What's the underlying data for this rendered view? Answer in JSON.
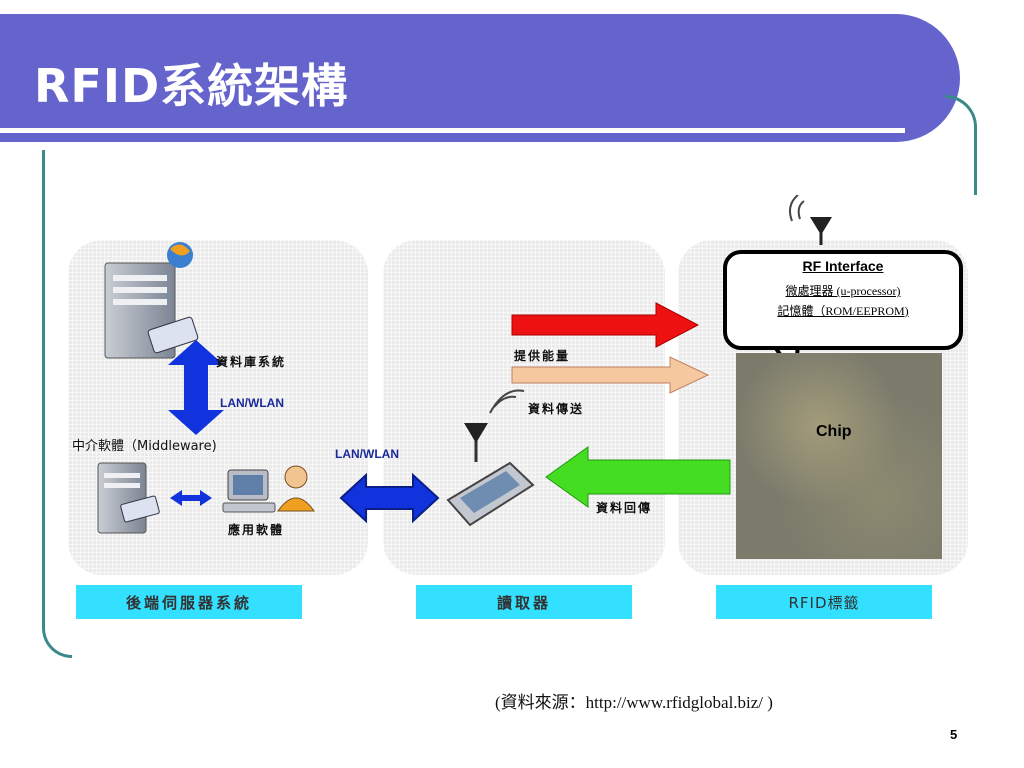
{
  "slide": {
    "title": "RFID系統架構",
    "source": "(資料來源：http://www.rfidglobal.biz/ )",
    "page_number": "5"
  },
  "diagram": {
    "panels": [
      {
        "caption": "後端伺服器系統"
      },
      {
        "caption": "讀取器"
      },
      {
        "caption": "RFID標籤"
      }
    ],
    "backend": {
      "database_label": "資料庫系統",
      "link_label": "LAN/WLAN",
      "middleware_label": "中介軟體（Middleware)",
      "application_label": "應用軟體"
    },
    "network_link_label": "LAN/WLAN",
    "flows": {
      "power": "提供能量",
      "data_out": "資料傳送",
      "data_back": "資料回傳"
    },
    "tag": {
      "bubble_title": "RF Interface",
      "bubble_line1": "微處理器 (u-processor)",
      "bubble_line2": "記憶體（ROM/EEPROM)",
      "chip_label": "Chip"
    },
    "colors": {
      "title_bar": "#6464cc",
      "caption_bg": "#33e0ff",
      "red_arrow": "#ee1111",
      "peach_arrow": "#f5c8a0",
      "green_arrow": "#44dd22",
      "blue_arrow": "#1133dd"
    }
  }
}
